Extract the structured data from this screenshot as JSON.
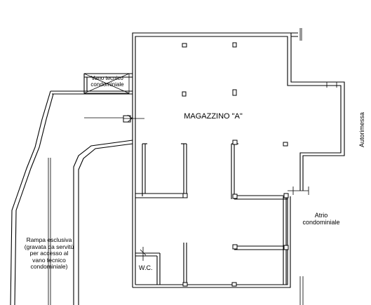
{
  "labels": {
    "room_main": "MAGAZZINO \"A\"",
    "vano_line1": "Vano tecnico",
    "vano_line2": "condominiale",
    "wc": "W.C.",
    "atrio_line1": "Atrio",
    "atrio_line2": "condominiale",
    "autorimessa": "Autorimessa",
    "rampa_line1": "Rampa esclusiva",
    "rampa_line2": "(gravata da servitù",
    "rampa_line3": "per accesso al",
    "rampa_line4": "vano tecnico",
    "rampa_line5": "condominiale)"
  },
  "colors": {
    "line": "#000000",
    "background": "#ffffff"
  }
}
